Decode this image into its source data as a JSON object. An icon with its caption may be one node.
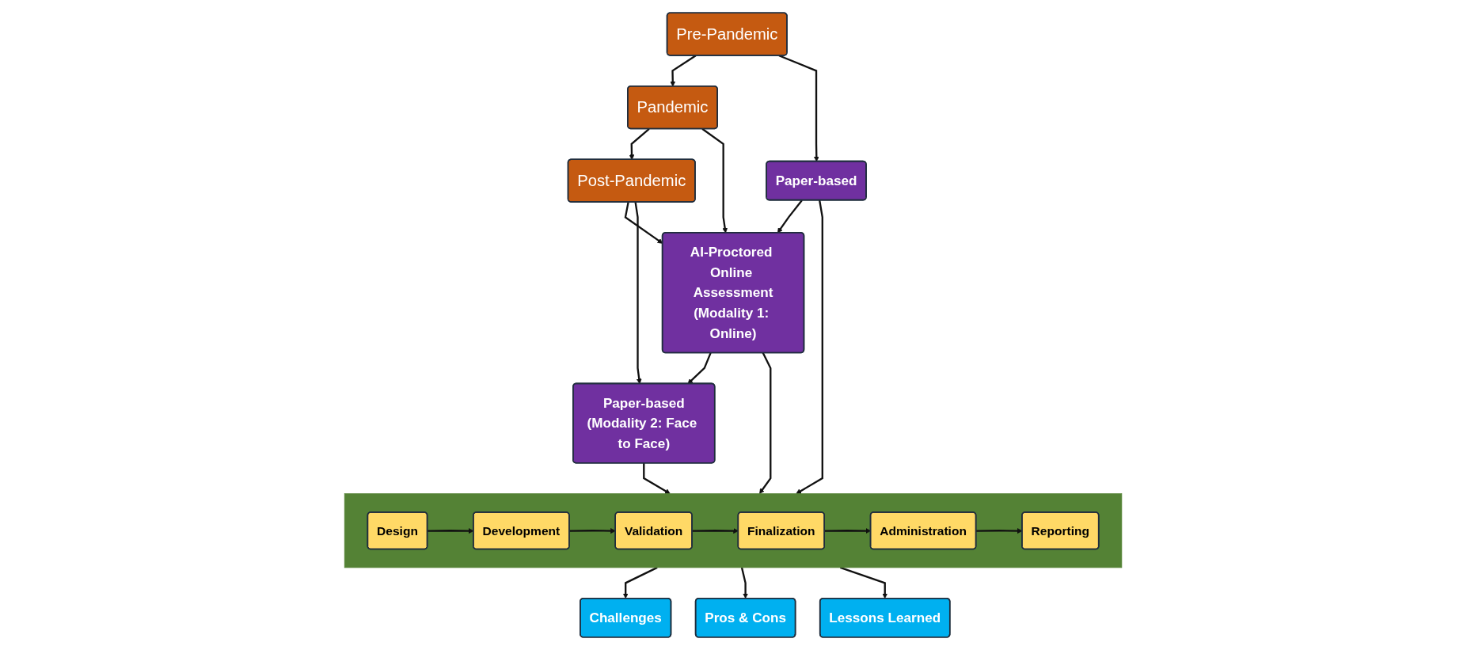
{
  "diagram": {
    "nodes": [
      {
        "text": [
          "Pre-Pandemic"
        ]
      },
      {
        "text": [
          "Pandemic"
        ]
      },
      {
        "text": [
          "Post-Pandemic"
        ]
      },
      {
        "text": [
          "Paper-based"
        ]
      },
      {
        "text": [
          "AI-Proctored Online Assessment",
          "(Modality 1: Online)"
        ]
      },
      {
        "text": [
          "Paper-based",
          "(Modality 2: Face to Face)"
        ]
      },
      {
        "text": [],
        "shape": "bar"
      },
      {
        "text": [
          "Design"
        ],
        "in": 6
      },
      {
        "text": [
          "Development"
        ],
        "in": 6
      },
      {
        "text": [
          "Validation"
        ],
        "in": 6
      },
      {
        "text": [
          "Finalization"
        ],
        "in": 6
      },
      {
        "text": [
          "Administration"
        ],
        "in": 6
      },
      {
        "text": [
          "Reporting"
        ],
        "in": 6
      },
      {
        "text": [
          "Challenges"
        ]
      },
      {
        "text": [
          "Pros & Cons"
        ]
      },
      {
        "text": [
          "Lessons Learned"
        ]
      }
    ],
    "edges": [
      {
        "from": 0,
        "to": 1,
        "arrow": "to"
      },
      {
        "from": 1,
        "to": 2,
        "arrow": "to"
      },
      {
        "from": 0,
        "to": 3,
        "arrow": "to"
      },
      {
        "from": 1,
        "to": 4,
        "arrow": "to"
      },
      {
        "from": 2,
        "to": 4,
        "arrow": "to"
      },
      {
        "from": 2,
        "to": 5,
        "arrow": "to"
      },
      {
        "from": 3,
        "to": 4,
        "arrow": "to"
      },
      {
        "from": 4,
        "to": 5,
        "arrow": "to"
      },
      {
        "from": 3,
        "to": 6,
        "arrow": "to"
      },
      {
        "from": 4,
        "to": 6,
        "arrow": "to"
      },
      {
        "from": 5,
        "to": 6,
        "arrow": "to"
      },
      {
        "from": 7,
        "to": 8,
        "arrow": "to"
      },
      {
        "from": 8,
        "to": 9,
        "arrow": "to"
      },
      {
        "from": 9,
        "to": 10,
        "arrow": "to"
      },
      {
        "from": 10,
        "to": 11,
        "arrow": "to"
      },
      {
        "from": 11,
        "to": 12,
        "arrow": "to"
      },
      {
        "from": 6,
        "to": 13,
        "arrow": "to"
      },
      {
        "from": 6,
        "to": 14,
        "arrow": "to"
      },
      {
        "from": 6,
        "to": 15,
        "arrow": "to"
      }
    ]
  }
}
